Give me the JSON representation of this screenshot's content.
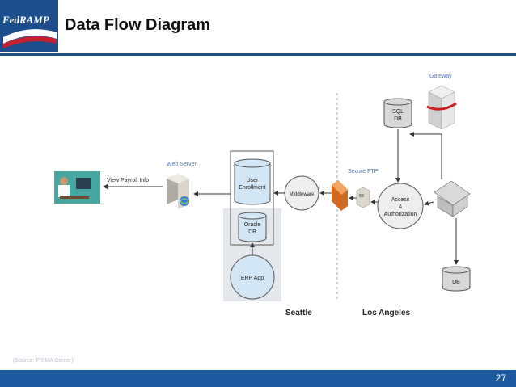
{
  "logo": {
    "text": "FedRAMP",
    "tm": "™"
  },
  "title": "Data Flow Diagram",
  "diagram": {
    "view_payroll": "View Payroll Info",
    "web_server": "Web Server",
    "user_enrollment_1": "User",
    "user_enrollment_2": "Enrollment",
    "oracle_1": "Oracle",
    "oracle_2": "DB",
    "erp_app": "ERP App",
    "middleware": "Middleware",
    "secure_ftp": "Secure FTP",
    "access_1": "Access",
    "access_2": "&",
    "access_3": "Authorization",
    "sql_1": "SQL",
    "sql_2": "DB",
    "gateway": "Gateway",
    "db": "DB",
    "seattle": "Seattle",
    "los_angeles": "Los Angeles"
  },
  "source": "(Source: FISMA Center)",
  "page_number": "27",
  "colors": {
    "brand_blue": "#1d4f8f",
    "footer_blue": "#1d5aa0",
    "label_blue": "#4e77b8"
  }
}
